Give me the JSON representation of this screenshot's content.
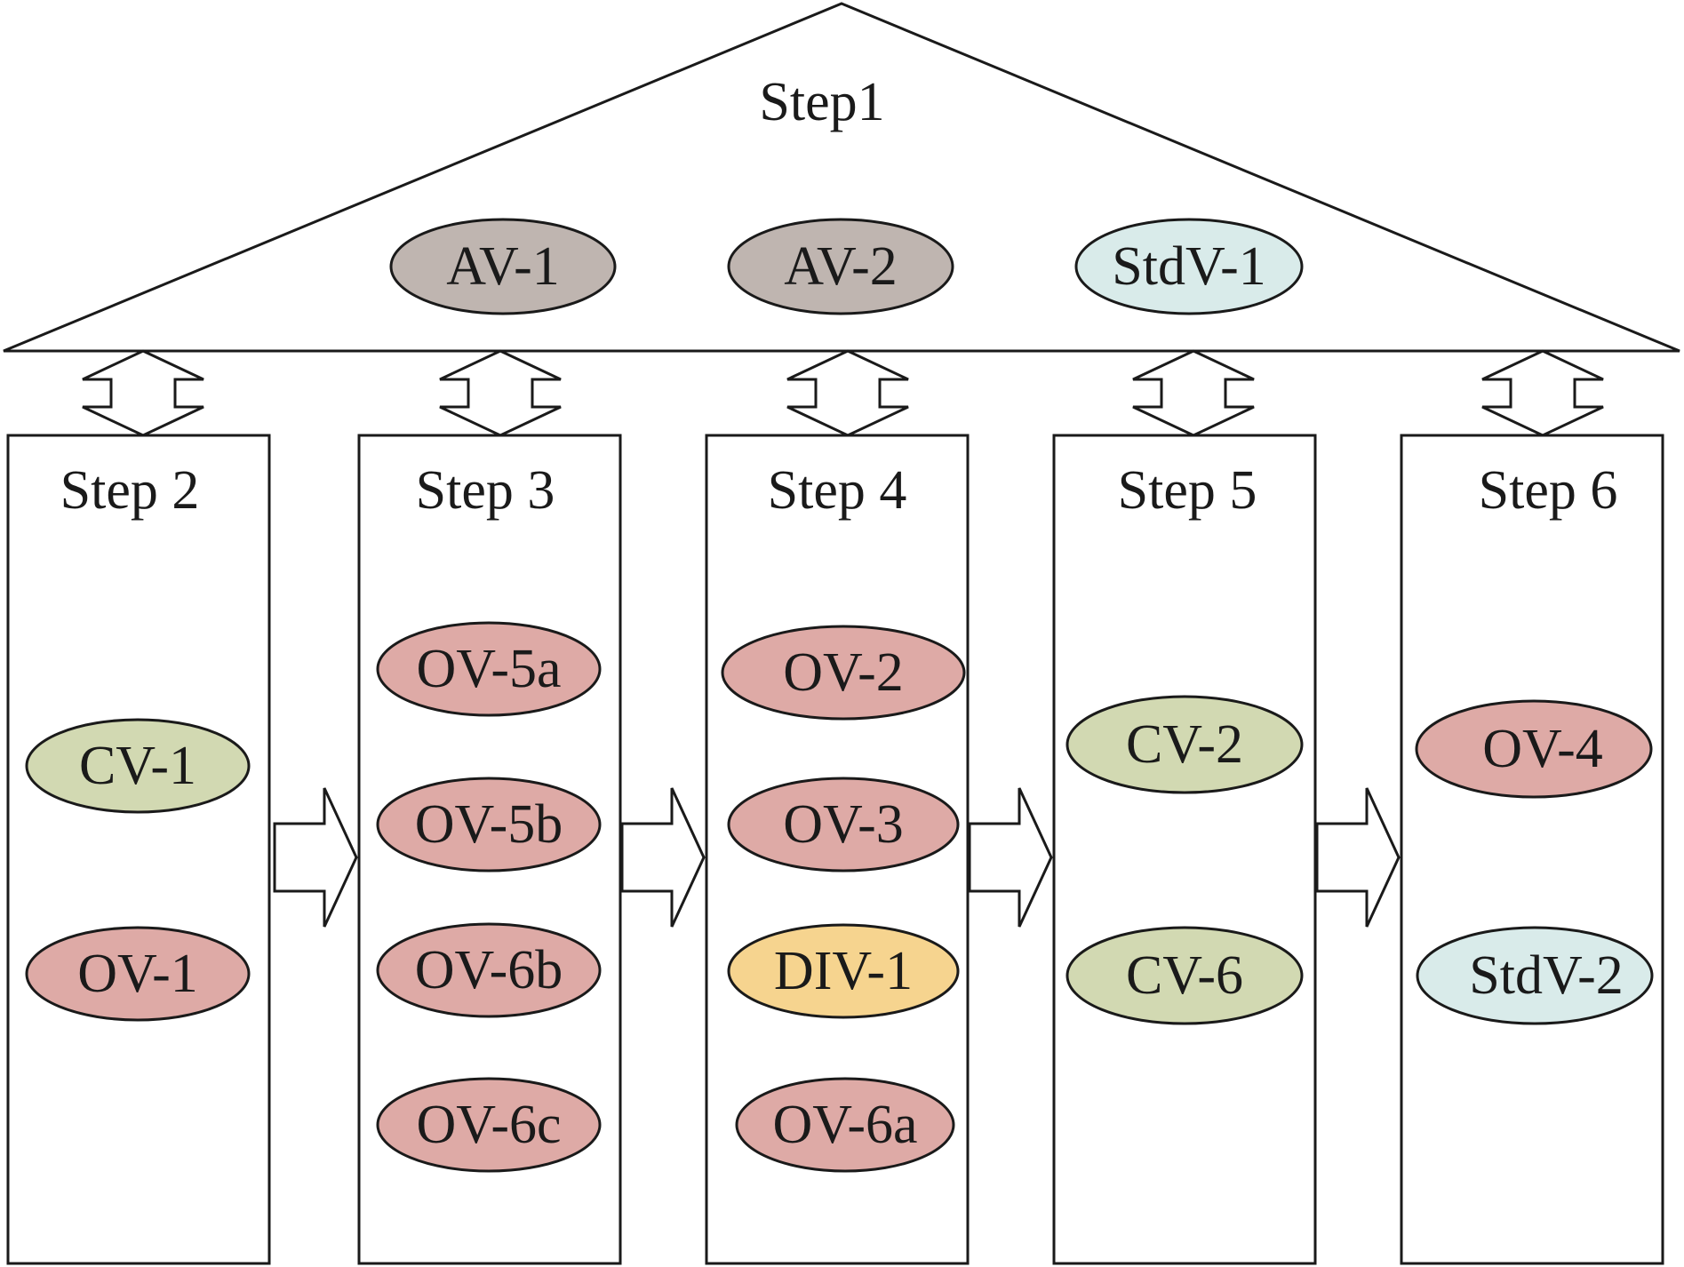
{
  "colors": {
    "av": "#bfb5b0",
    "ov": "#deaaa6",
    "cv": "#d2d9b2",
    "stdv": "#d9ebea",
    "div": "#f6d48f",
    "line": "#1a1a1a",
    "background": "#ffffff"
  },
  "roof": {
    "title": "Step1",
    "nodes": [
      {
        "label": "AV-1",
        "kind": "av"
      },
      {
        "label": "AV-2",
        "kind": "av"
      },
      {
        "label": "StdV-1",
        "kind": "stdv"
      }
    ]
  },
  "columns": [
    {
      "title": "Step 2",
      "nodes": [
        {
          "label": "CV-1",
          "kind": "cv"
        },
        {
          "label": "OV-1",
          "kind": "ov"
        }
      ]
    },
    {
      "title": "Step 3",
      "nodes": [
        {
          "label": "OV-5a",
          "kind": "ov"
        },
        {
          "label": "OV-5b",
          "kind": "ov"
        },
        {
          "label": "OV-6b",
          "kind": "ov"
        },
        {
          "label": "OV-6c",
          "kind": "ov"
        }
      ]
    },
    {
      "title": "Step 4",
      "nodes": [
        {
          "label": "OV-2",
          "kind": "ov"
        },
        {
          "label": "OV-3",
          "kind": "ov"
        },
        {
          "label": "DIV-1",
          "kind": "div"
        },
        {
          "label": "OV-6a",
          "kind": "ov"
        }
      ]
    },
    {
      "title": "Step 5",
      "nodes": [
        {
          "label": "CV-2",
          "kind": "cv"
        },
        {
          "label": "CV-6",
          "kind": "cv"
        }
      ]
    },
    {
      "title": "Step 6",
      "nodes": [
        {
          "label": "OV-4",
          "kind": "ov"
        },
        {
          "label": "StdV-2",
          "kind": "stdv"
        }
      ]
    }
  ]
}
